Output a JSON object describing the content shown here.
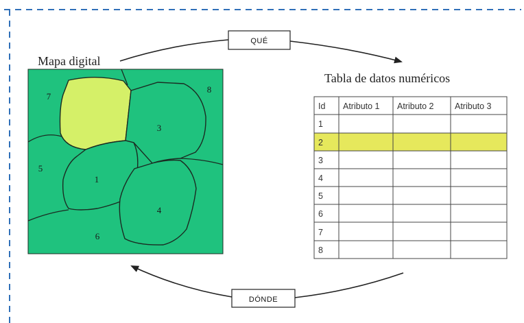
{
  "colors": {
    "frame_dash": "#2f6fb8",
    "map_fill": "#1fc27e",
    "map_highlight": "#d5f068",
    "region_stroke": "#1b2b22",
    "table_highlight": "#e6e85c",
    "table_border": "#444444",
    "arrow": "#222222"
  },
  "map": {
    "title": "Mapa digital",
    "regions": [
      {
        "id": "1",
        "label": "1"
      },
      {
        "id": "3",
        "label": "3"
      },
      {
        "id": "4",
        "label": "4"
      },
      {
        "id": "5",
        "label": "5"
      },
      {
        "id": "6",
        "label": "6"
      },
      {
        "id": "7",
        "label": "7"
      },
      {
        "id": "8",
        "label": "8"
      }
    ],
    "highlighted_region": "2"
  },
  "table": {
    "title": "Tabla de datos numéricos",
    "headers": [
      "Id",
      "Atributo 1",
      "Atributo 2",
      "Atributo 3"
    ],
    "row_ids": [
      "1",
      "2",
      "3",
      "4",
      "5",
      "6",
      "7",
      "8"
    ],
    "highlighted_row": "2"
  },
  "arrows": {
    "top_label": "QUÉ",
    "bottom_label": "DÓNDE"
  }
}
